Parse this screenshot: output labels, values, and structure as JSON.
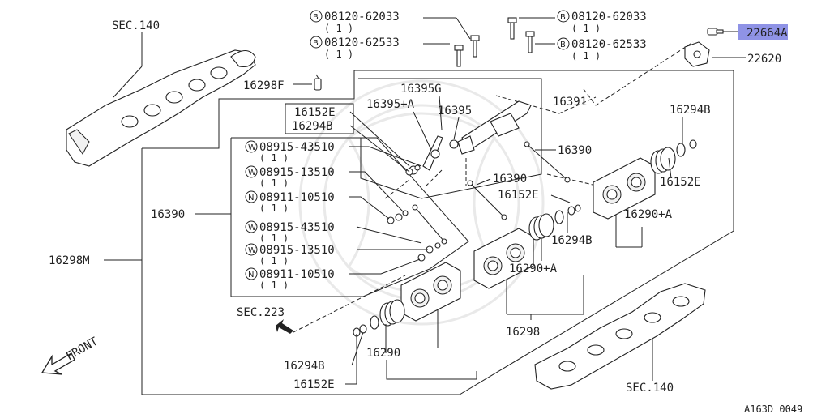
{
  "diagram_id": "A163D 0049",
  "front_label": "FRONT",
  "sec_140_top": "SEC.140",
  "sec_140_bottom": "SEC.140",
  "sec_223": "SEC.223",
  "highlight_part": "22664A",
  "part_22620": "22620",
  "bolts": [
    {
      "prefix": "B",
      "number": "08120-62033",
      "qty": "( 1 )"
    },
    {
      "prefix": "B",
      "number": "08120-62533",
      "qty": "( 1 )"
    },
    {
      "prefix": "B",
      "number": "08120-62033",
      "qty": "( 1 )"
    },
    {
      "prefix": "B",
      "number": "08120-62533",
      "qty": "( 1 )"
    }
  ],
  "fasteners": [
    {
      "prefix": "W",
      "number": "08915-43510",
      "qty": "( 1 )"
    },
    {
      "prefix": "W",
      "number": "08915-13510",
      "qty": "( 1 )"
    },
    {
      "prefix": "N",
      "number": "08911-10510",
      "qty": "( 1 )"
    },
    {
      "prefix": "W",
      "number": "08915-43510",
      "qty": "( 1 )"
    },
    {
      "prefix": "W",
      "number": "08915-13510",
      "qty": "( 1 )"
    },
    {
      "prefix": "N",
      "number": "08911-10510",
      "qty": "( 1 )"
    }
  ],
  "labels": {
    "p16298F": "16298F",
    "p16395G": "16395G",
    "p16391": "16391",
    "p16152E_a": "16152E",
    "p16395A": "16395+A",
    "p16395": "16395",
    "p16294B_a": "16294B",
    "p16294B_r": "16294B",
    "p16390_r": "16390",
    "p16390_m": "16390",
    "p16390_l": "16390",
    "p16152E_r": "16152E",
    "p16152E_m": "16152E",
    "p16294B_m": "16294B",
    "p16290A_r": "16290+A",
    "p16290A_m": "16290+A",
    "p16298M": "16298M",
    "p16298": "16298",
    "p16290": "16290",
    "p16294B_b": "16294B",
    "p16152E_b": "16152E"
  }
}
